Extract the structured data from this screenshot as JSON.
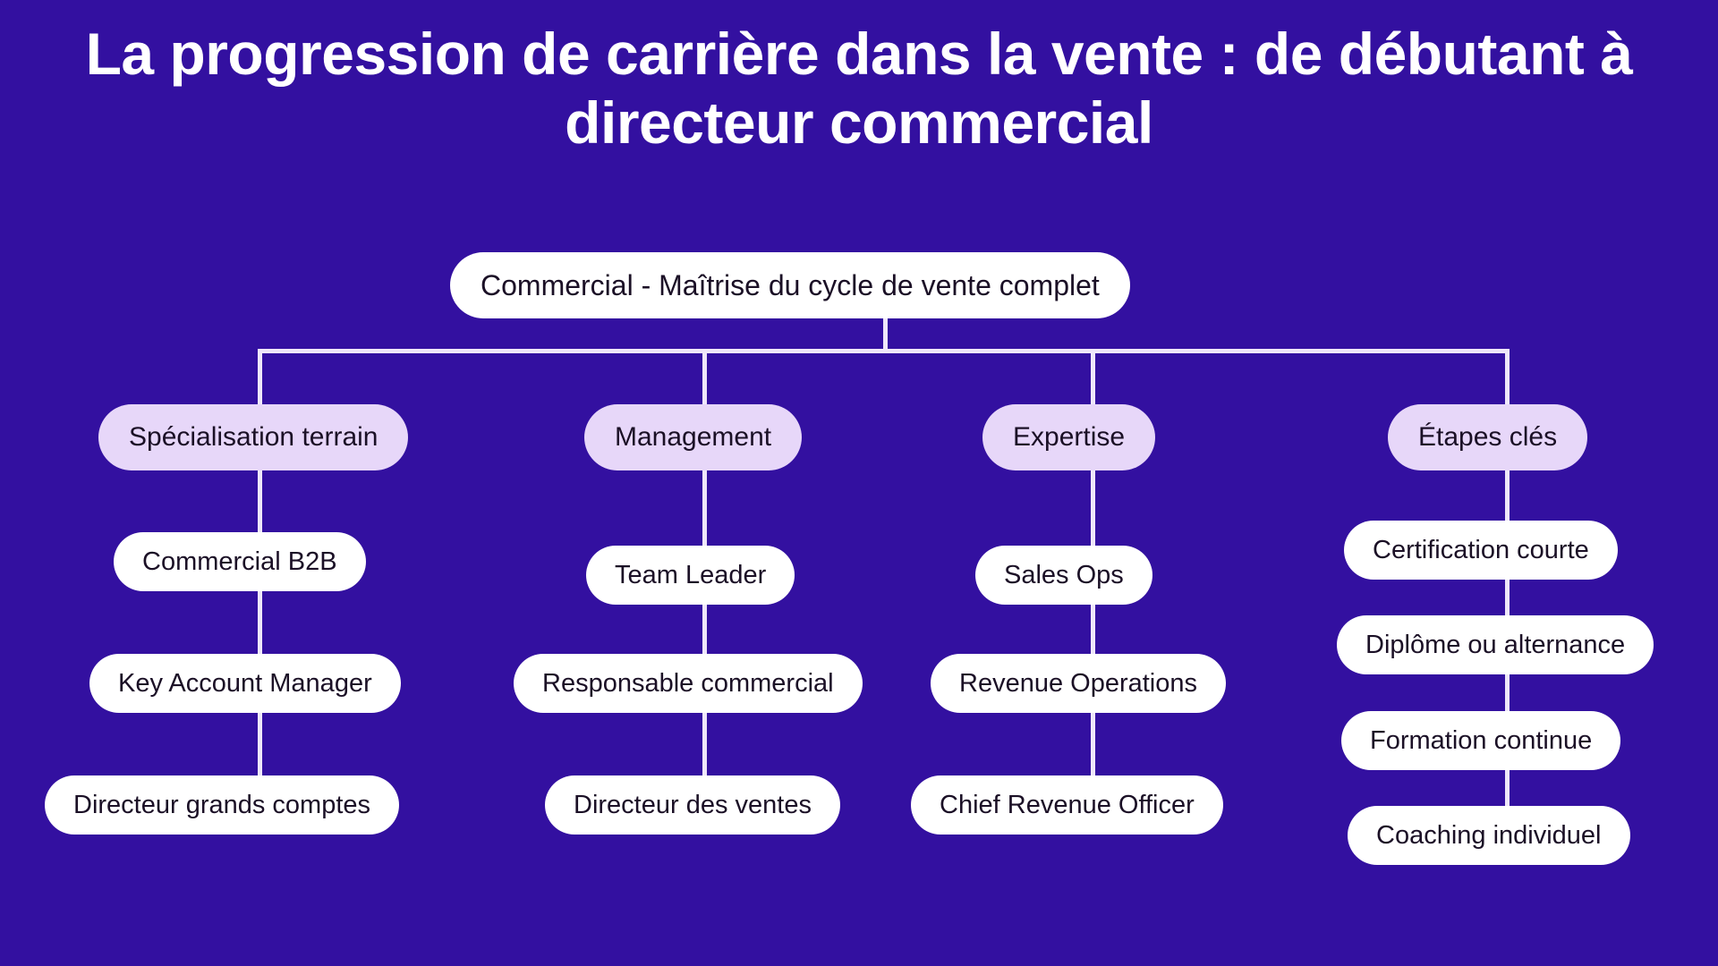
{
  "title": "La progression de carrière dans la vente : de débutant à directeur commercial",
  "colors": {
    "background": "#3310A0",
    "node_fill": "#FFFFFF",
    "category_fill": "#E7D7F9",
    "connector": "#EFE7FA",
    "title_text": "#FFFFFF",
    "node_text": "#1B1026"
  },
  "diagram": {
    "type": "org-chart",
    "root": {
      "label": "Commercial - Maîtrise du cycle de vente complet"
    },
    "branches": [
      {
        "category": "Spécialisation terrain",
        "items": [
          "Commercial B2B",
          "Key Account Manager",
          "Directeur grands comptes"
        ]
      },
      {
        "category": "Management",
        "items": [
          "Team Leader",
          "Responsable commercial",
          "Directeur des ventes"
        ]
      },
      {
        "category": "Expertise",
        "items": [
          "Sales Ops",
          "Revenue Operations",
          "Chief Revenue Officer"
        ]
      },
      {
        "category": "Étapes clés",
        "items": [
          "Certification courte",
          "Diplôme ou alternance",
          "Formation continue",
          "Coaching individuel"
        ]
      }
    ]
  }
}
